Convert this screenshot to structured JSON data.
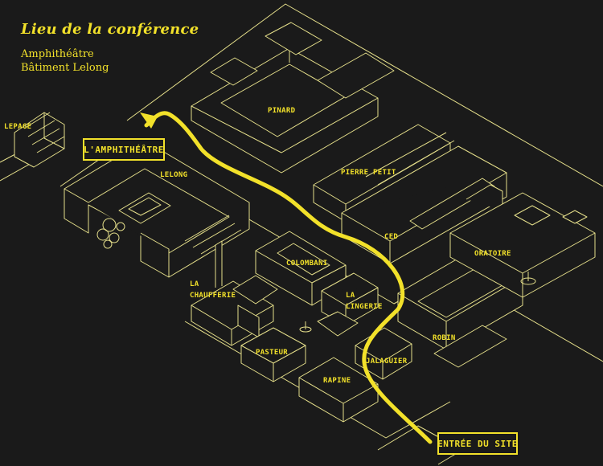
{
  "header": {
    "title": "Lieu de la conférence",
    "line1": "Amphithéâtre",
    "line2": "Bâtiment Lelong"
  },
  "colors": {
    "background": "#1a1a1a",
    "accent": "#f2e12a",
    "linework": "#e4de8a"
  },
  "map": {
    "destination_label": "L'AMPHITHÉÂTRE",
    "entrance_label": "ENTRÉE DU SITE",
    "buildings": {
      "lepage": "LEPAGE",
      "pinard": "PINARD",
      "lelong": "LELONG",
      "pierre_petit": "PIERRE PETIT",
      "ced": "CED",
      "colombani": "COLOMBANI",
      "oratoire": "ORATOIRE",
      "chaufferie_1": "LA",
      "chaufferie_2": "CHAUFFERIE",
      "lingerie_1": "LA",
      "lingerie_2": "LINGERIE",
      "robin": "ROBIN",
      "pasteur": "PASTEUR",
      "jalaguier": "JALAGUIER",
      "rapine": "RAPINE"
    }
  }
}
